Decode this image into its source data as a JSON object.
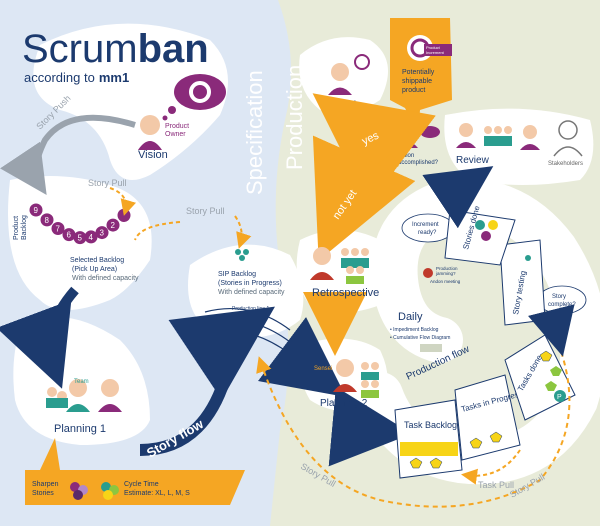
{
  "title": {
    "light": "Scrum",
    "bold": "ban"
  },
  "subtitle": {
    "prefix": "according to",
    "brand": "mm1"
  },
  "sections": {
    "left": "Specification",
    "right": "Production"
  },
  "stages": {
    "vision": "Vision",
    "product": "Product",
    "review": "Review",
    "retrospective": "Retrospective",
    "planning1": "Planning 1",
    "planning2": "Planning 2"
  },
  "roles": {
    "product_owner": [
      "Product",
      "Owner"
    ],
    "stakeholders": "Stakeholders",
    "team": "Team",
    "sensei": "Sensei"
  },
  "flow_labels": {
    "story_push": "Story Push",
    "story_pull_top": "Story Pull",
    "story_pull_mid": "Story Pull",
    "story_flow": "Story flow",
    "story_pull_bottom": "Story Pull",
    "task_pull": "Task Pull",
    "story_pull_right": "Story Pull",
    "production_flow": "Production flow",
    "yes": "yes",
    "not_yet": "not yet"
  },
  "product_backlog": {
    "label": [
      "Product",
      "Backlog"
    ],
    "items": [
      "9",
      "8",
      "7",
      "6",
      "5",
      "4",
      "3",
      "2",
      "1"
    ]
  },
  "selected_backlog": [
    "Selected Backlog",
    "(Pick Up Area)",
    "With defined capacity"
  ],
  "sip_backlog": [
    "SIP Backlog",
    "(Stories in Progress)",
    "With defined capacity"
  ],
  "production_lines": [
    "Production line 1",
    "2"
  ],
  "product_bubble": {
    "badge": [
      "Product",
      "Increment"
    ],
    "text": [
      "Potentially",
      "shippable",
      "product"
    ]
  },
  "vision_accomplished": [
    "Vision",
    "accomplished?"
  ],
  "questions": {
    "increment_ready": [
      "Increment",
      "ready?"
    ],
    "story_complete": [
      "Story",
      "complete?"
    ]
  },
  "daily": {
    "title": "Daily",
    "bullets": [
      "• Impediment Backlog",
      "• Cumulative Flow Diagram"
    ],
    "note": [
      "Production",
      "jamming?",
      "Andon meeting"
    ]
  },
  "board_columns": [
    "Task Backlog",
    "Tasks in Progress",
    "Tasks done",
    "Story testing",
    "Stories done"
  ],
  "legend": {
    "sharpen": [
      "Sharpen",
      "Stories"
    ],
    "cycle_title": "Cycle Time",
    "cycle_estimate": "Estimate: XL, L, M, S"
  },
  "colors": {
    "spec_bg": "#dde7f4",
    "prod_bg": "#e8ebd9",
    "navy": "#1c3a6e",
    "orange": "#f5a623",
    "purple": "#8a2a7a",
    "teal": "#2a9d8f",
    "green": "#8cc63f",
    "yellow": "#f7d417",
    "lilac": "#b388c8"
  }
}
